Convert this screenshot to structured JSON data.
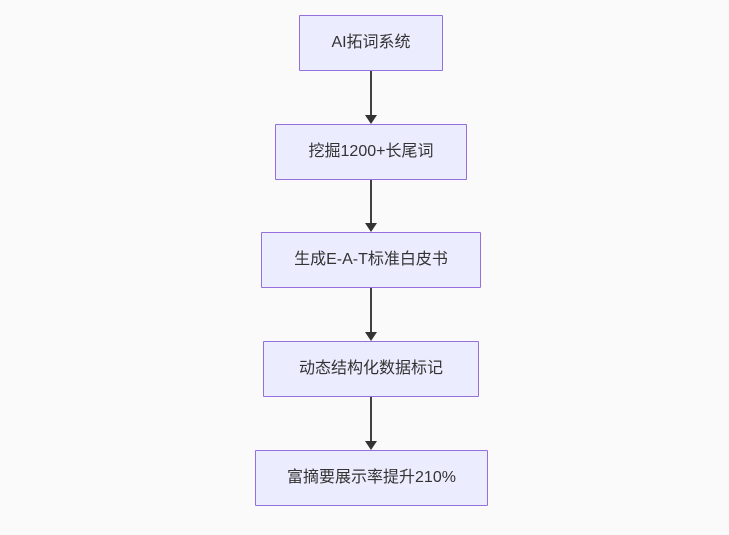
{
  "flowchart": {
    "type": "flowchart",
    "direction": "top-down",
    "nodes": [
      {
        "id": "n1",
        "label": "AI拓词系统"
      },
      {
        "id": "n2",
        "label": "挖掘1200+长尾词"
      },
      {
        "id": "n3",
        "label": "生成E-A-T标准白皮书"
      },
      {
        "id": "n4",
        "label": "动态结构化数据标记"
      },
      {
        "id": "n5",
        "label": "富摘要展示率提升210%"
      }
    ],
    "edges": [
      {
        "from": "n1",
        "to": "n2",
        "style": "arrow"
      },
      {
        "from": "n2",
        "to": "n3",
        "style": "arrow"
      },
      {
        "from": "n3",
        "to": "n4",
        "style": "arrow"
      },
      {
        "from": "n4",
        "to": "n5",
        "style": "arrow"
      }
    ],
    "colors": {
      "node_fill": "#ececff",
      "node_border": "#9370db",
      "node_text": "#333333",
      "arrow": "#333333",
      "background": "#fafafa"
    }
  }
}
